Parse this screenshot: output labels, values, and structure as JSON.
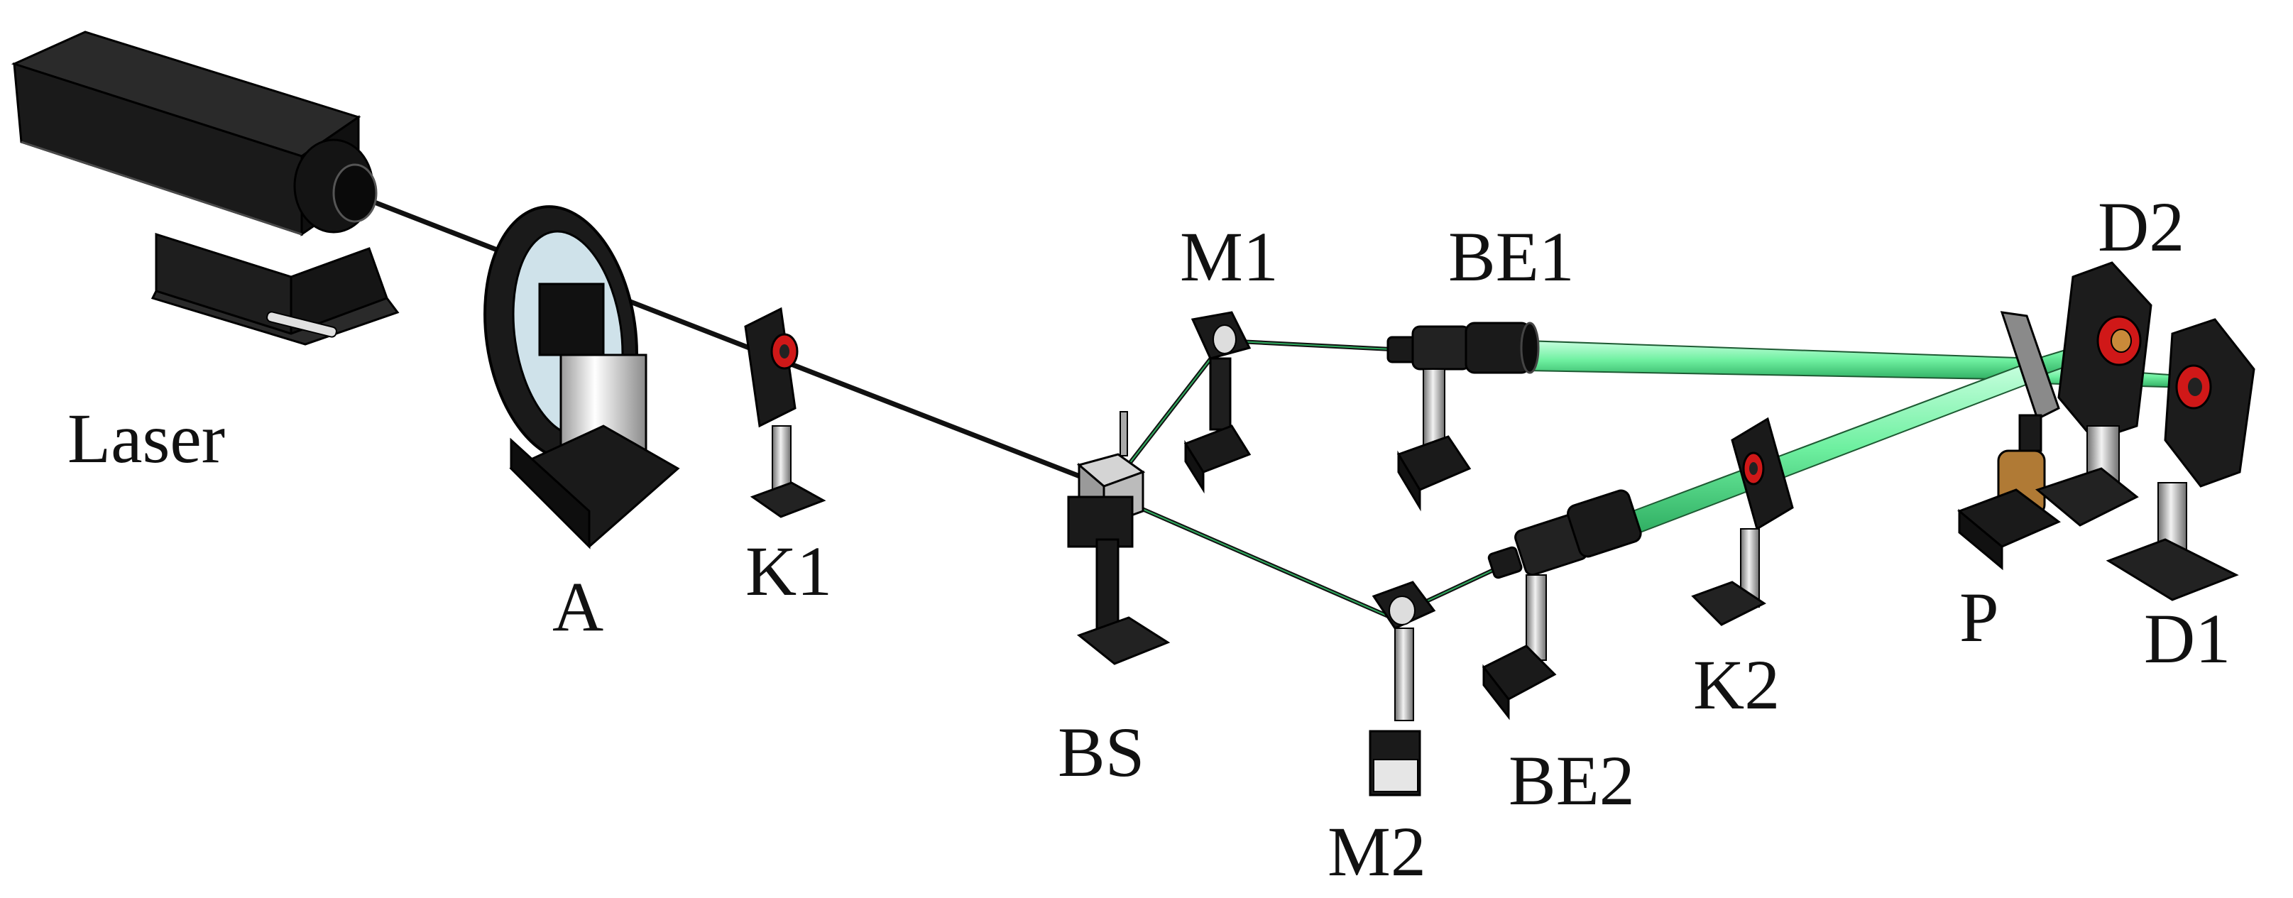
{
  "labels": {
    "laser": "Laser",
    "a": "A",
    "k1": "K1",
    "bs": "BS",
    "m1": "M1",
    "be1": "BE1",
    "m2": "M2",
    "be2": "BE2",
    "k2": "K2",
    "p": "P",
    "d1": "D1",
    "d2": "D2"
  },
  "colors": {
    "beam_thin": "#111111",
    "beam_green": "#7CF0A8",
    "beam_green_edge": "#1e5a33",
    "body_dark": "#1c1c1c",
    "body_mid": "#3a3a3a",
    "post_light": "#d9d9d9",
    "aperture_red": "#d01818",
    "disk_glass": "#cfe2ea",
    "plate_gray": "#8a8a8a",
    "polarizer_bronze": "#b07a35"
  }
}
